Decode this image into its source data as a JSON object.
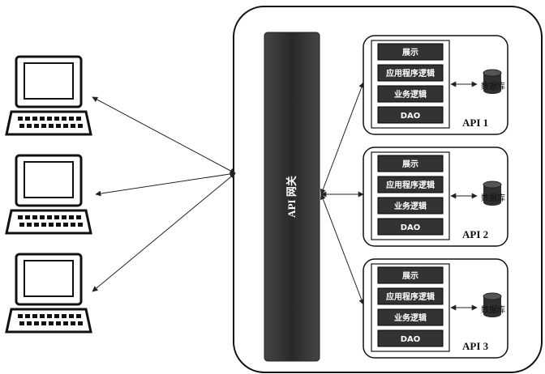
{
  "gateway": {
    "label": "API 网关"
  },
  "services": [
    {
      "name": "API 1",
      "layers": [
        "展示",
        "应用程序逻辑",
        "业务逻辑",
        "DAO"
      ],
      "database": "数据库"
    },
    {
      "name": "API 2",
      "layers": [
        "展示",
        "应用程序逻辑",
        "业务逻辑",
        "DAO"
      ],
      "database": "数据库"
    },
    {
      "name": "API 3",
      "layers": [
        "展示",
        "应用程序逻辑",
        "业务逻辑",
        "DAO"
      ],
      "database": "数据库"
    }
  ],
  "clients": [
    {
      "icon": "computer-icon"
    },
    {
      "icon": "computer-icon"
    },
    {
      "icon": "computer-icon"
    }
  ],
  "colors": {
    "gateway": "#2f2f2f",
    "layer": "#333333",
    "stroke": "#111111"
  }
}
